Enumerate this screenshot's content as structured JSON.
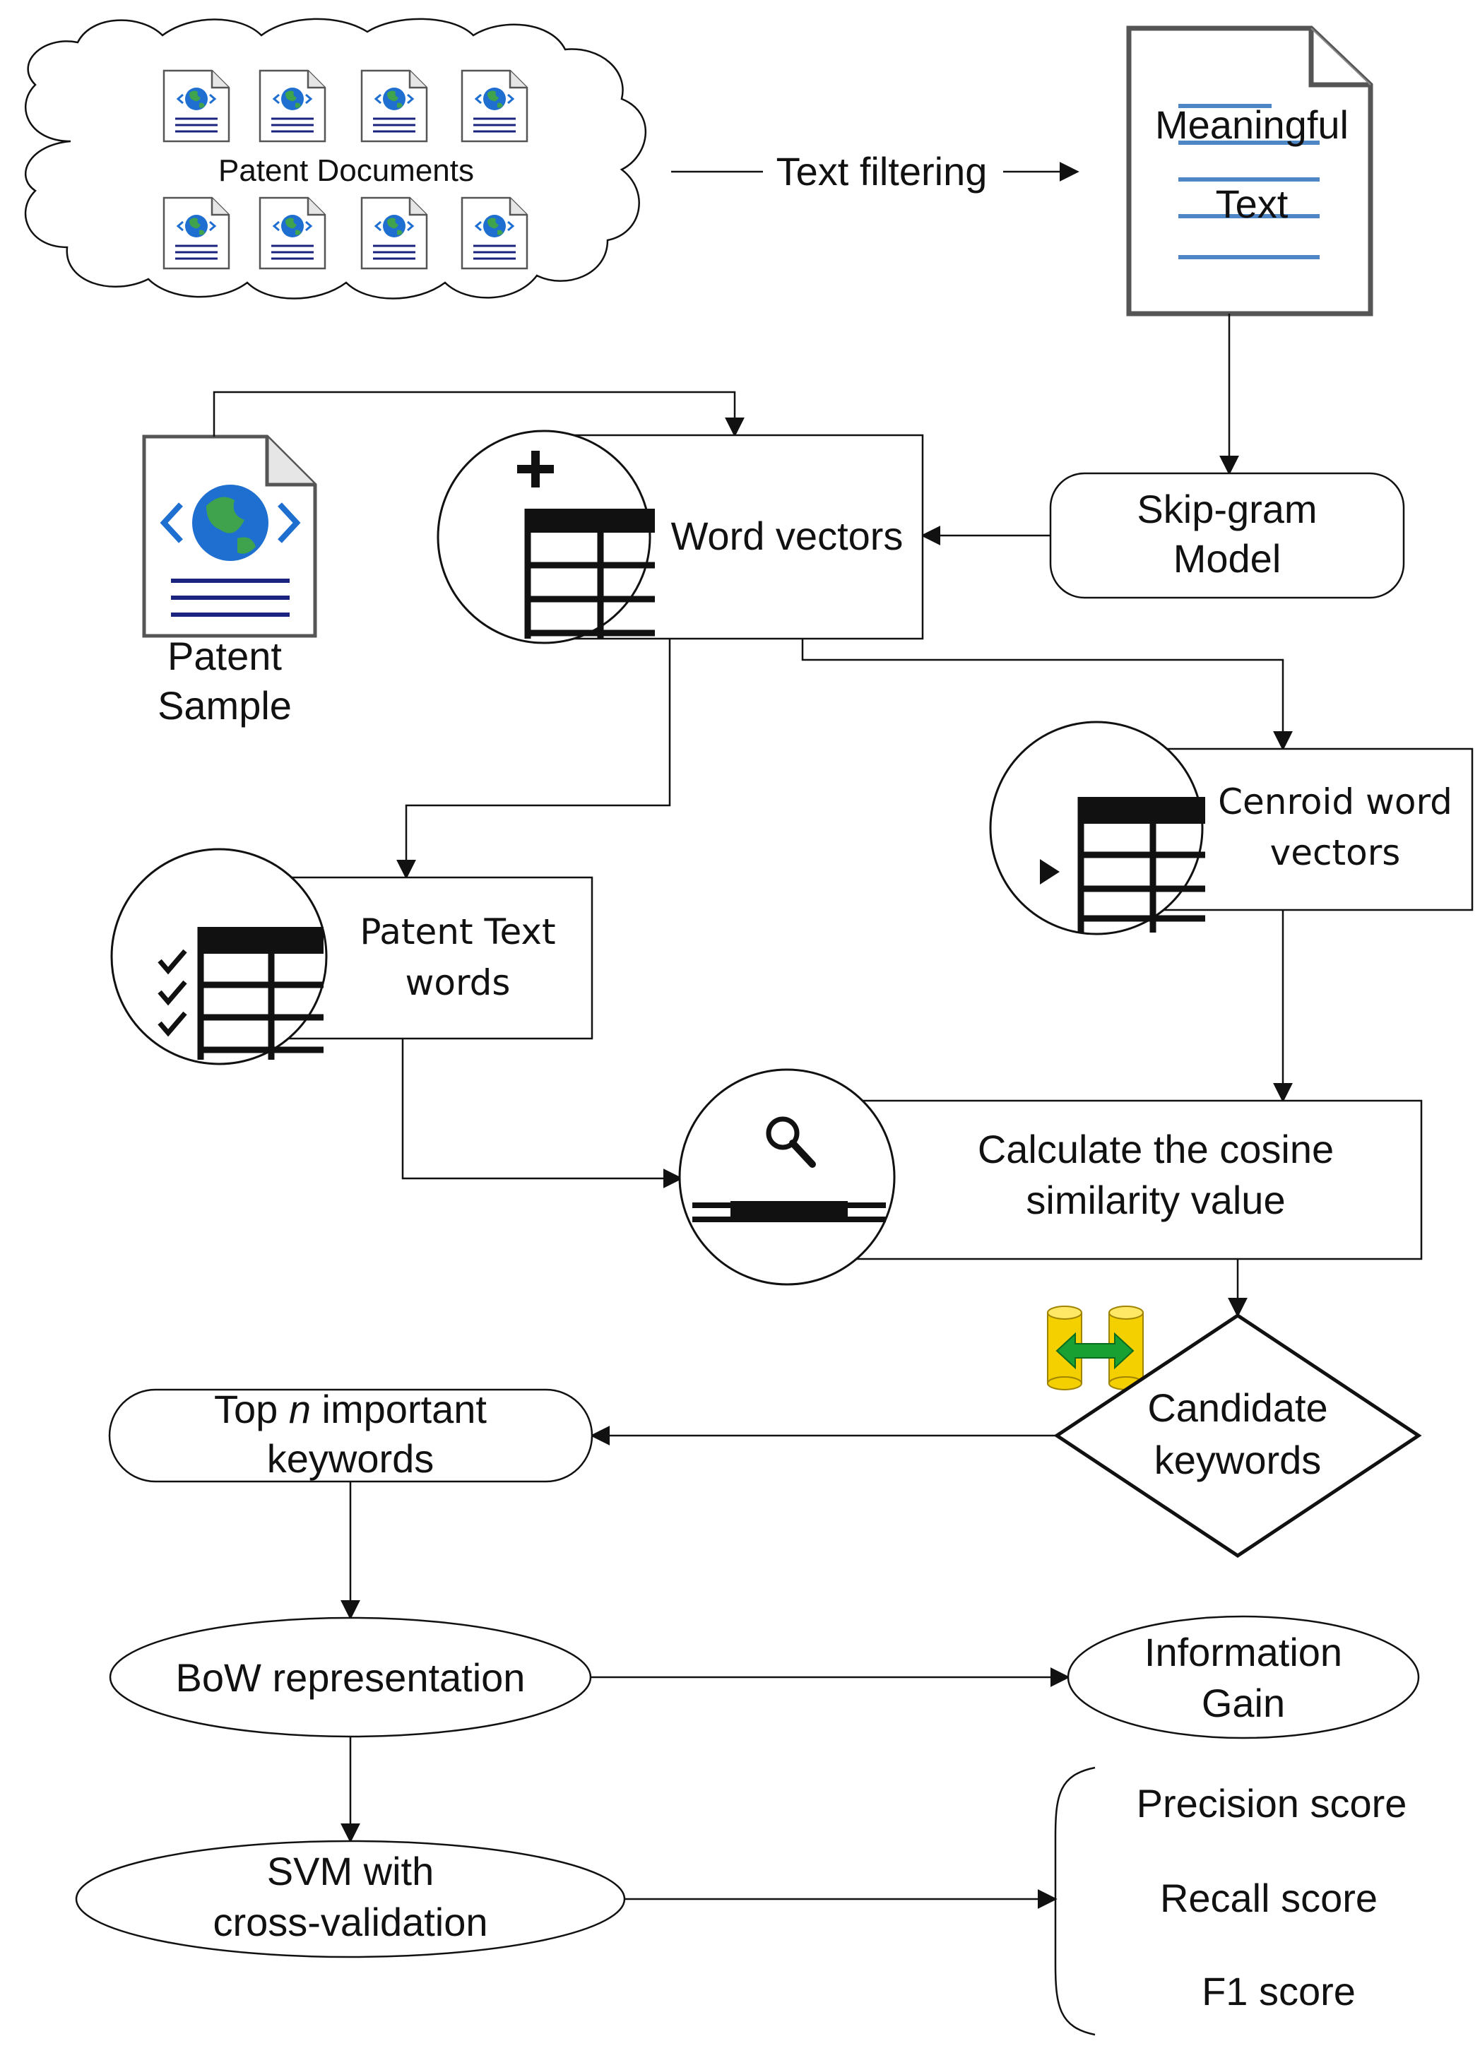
{
  "nodes": {
    "patent_documents": "Patent Documents",
    "text_filtering": "Text filtering",
    "meaningful_text": [
      "Meaningful",
      "Text"
    ],
    "skip_gram": [
      "Skip-gram",
      "Model"
    ],
    "word_vectors": "Word vectors",
    "patent_sample": [
      "Patent",
      "Sample"
    ],
    "centroid_vectors": [
      "Cenroid word",
      "vectors"
    ],
    "patent_text_words": [
      "Patent Text",
      "words"
    ],
    "cosine": [
      "Calculate the cosine",
      "similarity value"
    ],
    "candidate_keywords": [
      "Candidate",
      "keywords"
    ],
    "top_keywords": {
      "pre": "Top ",
      "n": "n",
      "post": " important",
      "line2": "keywords"
    },
    "bow": "BoW representation",
    "information_gain": [
      "Information",
      "Gain"
    ],
    "svm": [
      "SVM with",
      "cross-validation"
    ],
    "scores": [
      "Precision score",
      "Recall score",
      "F1 score"
    ]
  },
  "colors": {
    "globe_blue": "#1e6fd0",
    "globe_green": "#3fa34d",
    "doc_lines_navy": "#1a237e",
    "text_lines_blue": "#4f86c6",
    "db_yellow": "#f4d000",
    "db_arrow_green": "#19a032"
  }
}
